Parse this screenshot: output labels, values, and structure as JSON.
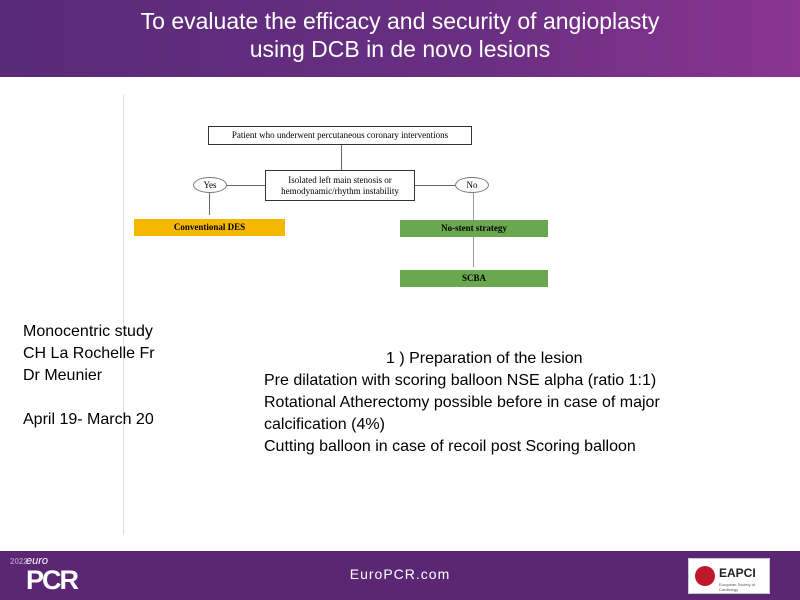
{
  "header": {
    "title_line1": "To evaluate the efficacy and security of angioplasty",
    "title_line2": "using DCB in de novo lesions"
  },
  "flowchart": {
    "top": "Patient who underwent percutaneous coronary interventions",
    "decision_line1": "Isolated left main stenosis or",
    "decision_line2": "hemodynamic/rhythm instability",
    "yes": "Yes",
    "no": "No",
    "yes_result": "Conventional DES",
    "no_result": "No-stent strategy",
    "final": "SCBA",
    "colors": {
      "des": "#f5b800",
      "green": "#6aa84f"
    }
  },
  "left": [
    "Monocentric study",
    "CH La Rochelle Fr",
    "Dr Meunier",
    "",
    "April 19- March 20"
  ],
  "right": {
    "heading": "1 ) Preparation of the lesion",
    "lines": [
      "Pre dilatation with scoring balloon NSE alpha  (ratio 1:1)",
      "Rotational Atherectomy possible before in case of major",
      "calcification (4%)",
      "Cutting balloon  in case of recoil post Scoring balloon"
    ]
  },
  "footer": {
    "logo_year": "2022",
    "logo_euro": "euro",
    "logo_pcr": "PCR",
    "url": "EuroPCR.com",
    "eapci": "EAPCI",
    "esc": "European Society of Cardiology"
  }
}
